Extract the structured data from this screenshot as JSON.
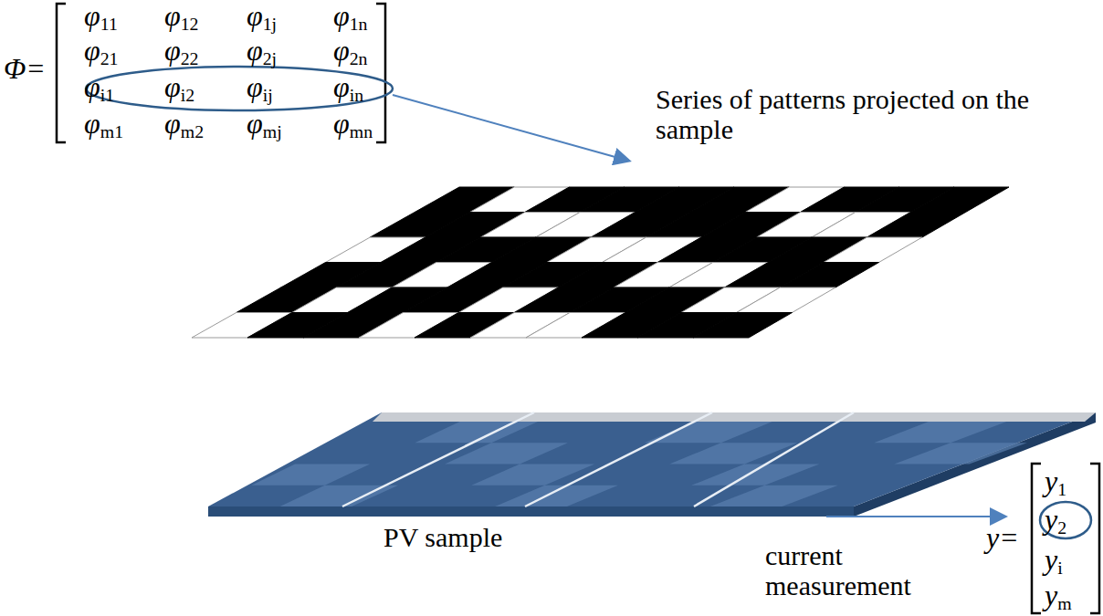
{
  "diagram": {
    "labels": [
      "Φ=",
      "φ11",
      "φ12",
      "φ1j",
      "φ1n",
      "φ21",
      "φ22",
      "φ2j",
      "φ2n",
      "φi1",
      "φi2",
      "φij",
      "φin",
      "φm1",
      "φm2",
      "φmj",
      "φmn",
      "Series of patterns projected on the sample",
      "PV sample",
      "current measurement",
      "y=",
      "y1",
      "y2",
      "yi",
      "ym"
    ]
  }
}
